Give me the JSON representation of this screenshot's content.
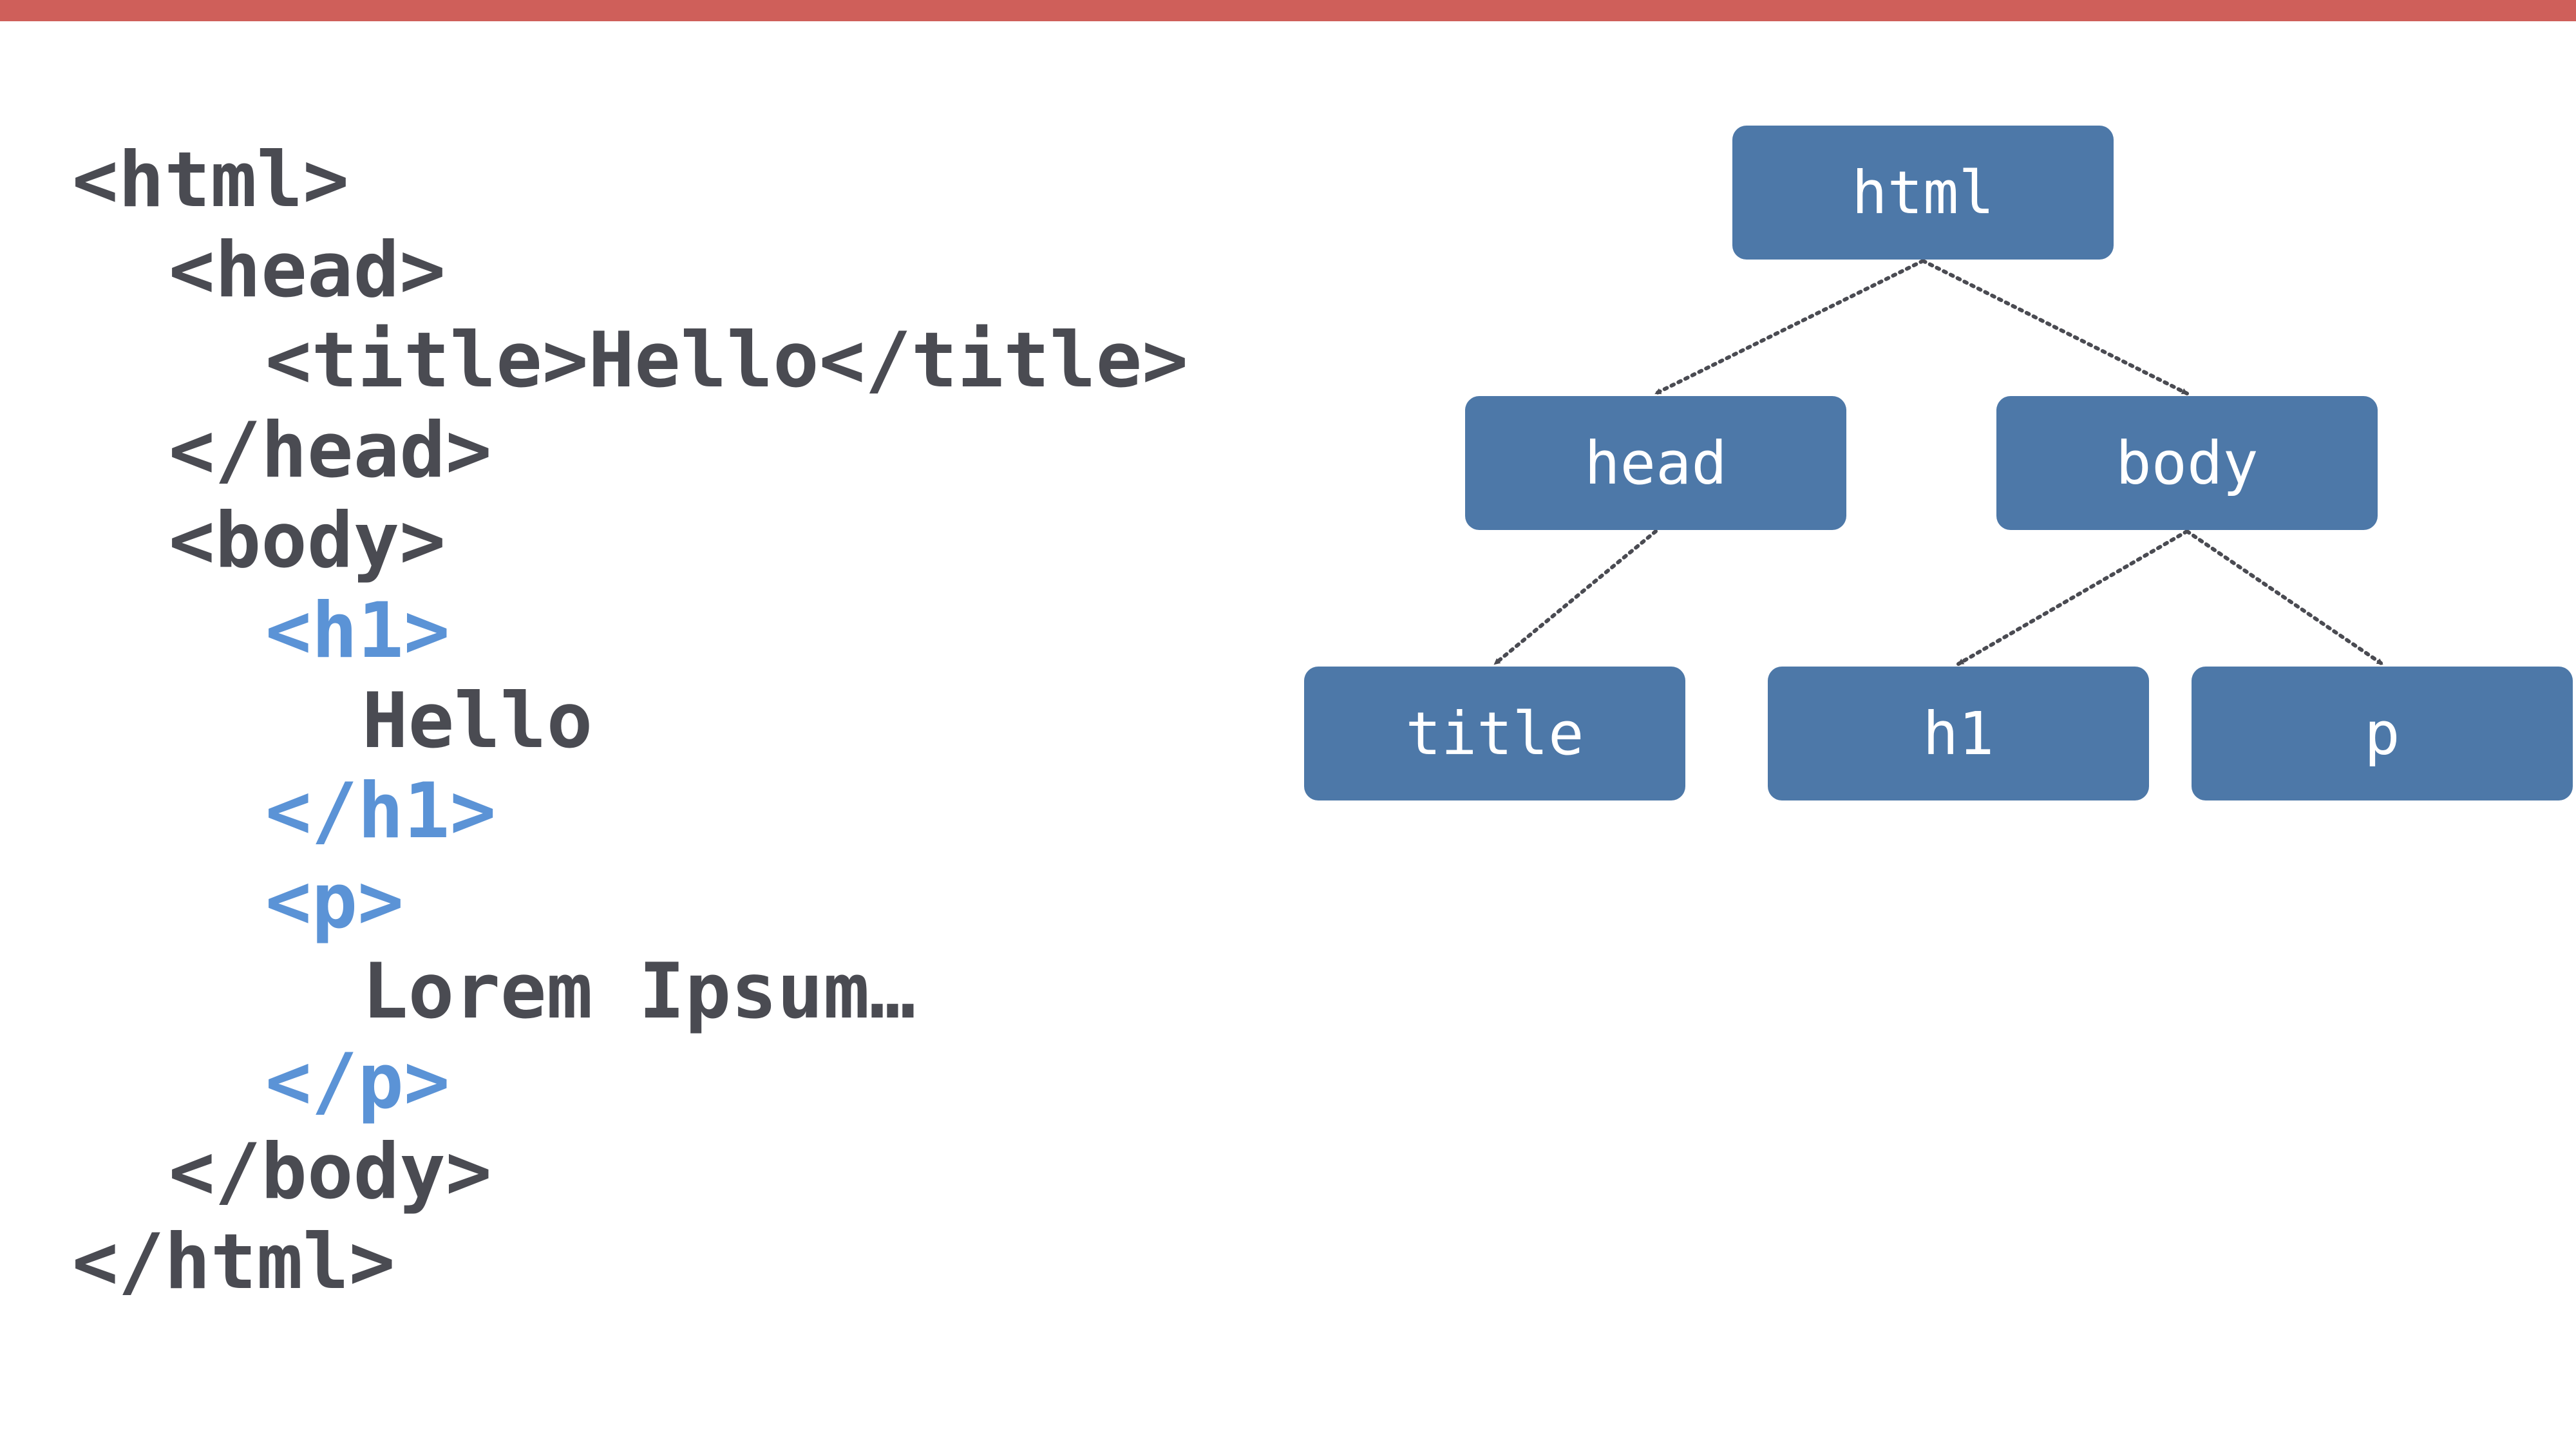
{
  "colors": {
    "accent_bar": "#cf5f5a",
    "code_text": "#4a4b52",
    "code_highlight": "#5b93d6",
    "node_fill": "#4d78a8",
    "node_text": "#ffffff",
    "edge": "#4a4b52"
  },
  "code": {
    "lines": [
      {
        "text": "<html>",
        "indent": 0,
        "highlight": false
      },
      {
        "text": "<head>",
        "indent": 1,
        "highlight": false
      },
      {
        "text": "<title>Hello</title>",
        "indent": 2,
        "highlight": false
      },
      {
        "text": "</head>",
        "indent": 1,
        "highlight": false
      },
      {
        "text": "<body>",
        "indent": 1,
        "highlight": false
      },
      {
        "text": "<h1>",
        "indent": 2,
        "highlight": true
      },
      {
        "text": "Hello",
        "indent": 3,
        "highlight": false
      },
      {
        "text": "</h1>",
        "indent": 2,
        "highlight": true
      },
      {
        "text": "<p>",
        "indent": 2,
        "highlight": true
      },
      {
        "text": "Lorem Ipsum…",
        "indent": 3,
        "highlight": false
      },
      {
        "text": "</p>",
        "indent": 2,
        "highlight": true
      },
      {
        "text": "</body>",
        "indent": 1,
        "highlight": false
      },
      {
        "text": "</html>",
        "indent": 0,
        "highlight": false
      }
    ]
  },
  "tree": {
    "nodes": [
      {
        "id": "html",
        "label": "html"
      },
      {
        "id": "head",
        "label": "head"
      },
      {
        "id": "body",
        "label": "body"
      },
      {
        "id": "title",
        "label": "title"
      },
      {
        "id": "h1",
        "label": "h1"
      },
      {
        "id": "p",
        "label": "p"
      }
    ],
    "edges": [
      {
        "from": "html",
        "to": "head"
      },
      {
        "from": "html",
        "to": "body"
      },
      {
        "from": "head",
        "to": "title"
      },
      {
        "from": "body",
        "to": "h1"
      },
      {
        "from": "body",
        "to": "p"
      }
    ]
  }
}
